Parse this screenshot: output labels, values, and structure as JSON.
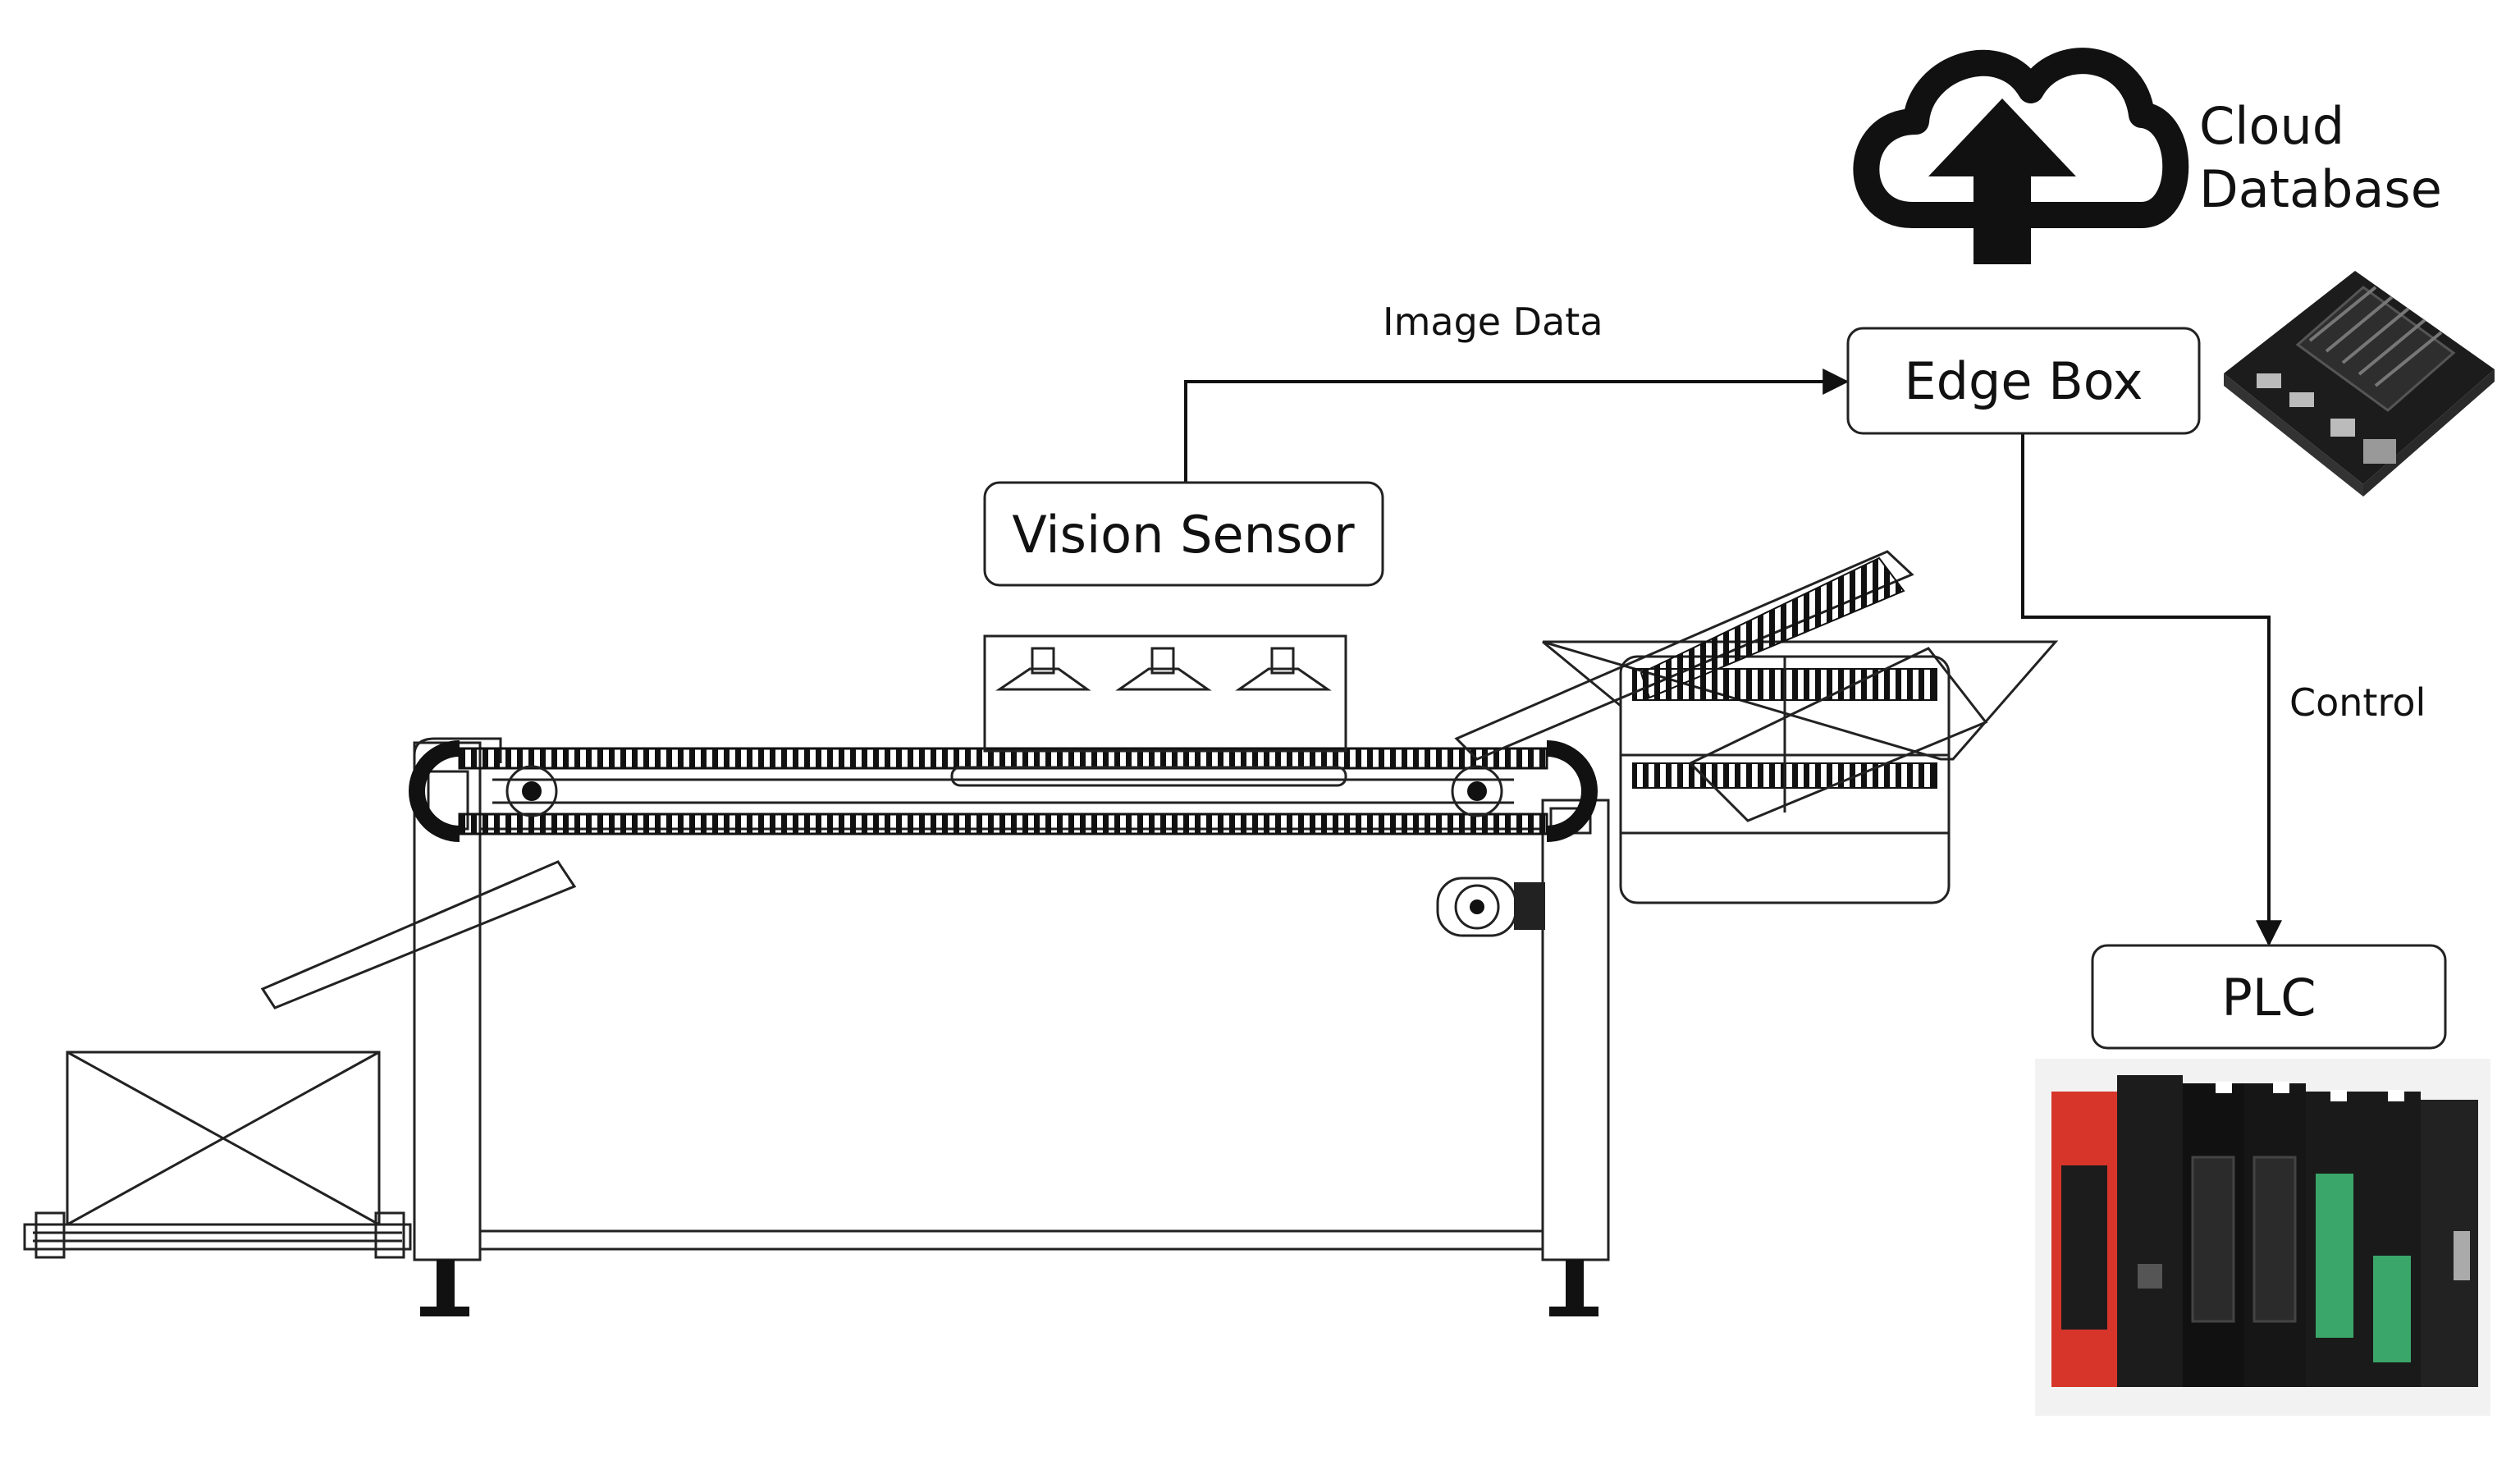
{
  "nodes": {
    "vision_sensor": "Vision Sensor",
    "edge_box": "Edge Box",
    "plc": "PLC",
    "cloud_line1": "Cloud",
    "cloud_line2": "Database"
  },
  "edges": {
    "image_data": "Image Data",
    "control": "Control"
  },
  "icons": {
    "cloud": "cloud-upload-icon",
    "edge_device": "edge-computer-board",
    "plc_device": "plc-hardware",
    "machine": "conveyor-sorting-machine-drawing"
  },
  "colors": {
    "line": "#111111",
    "box_border": "#222222",
    "plc_red": "#d8352a",
    "plc_green": "#3aa66a",
    "device_dark": "#1c1c1c"
  }
}
